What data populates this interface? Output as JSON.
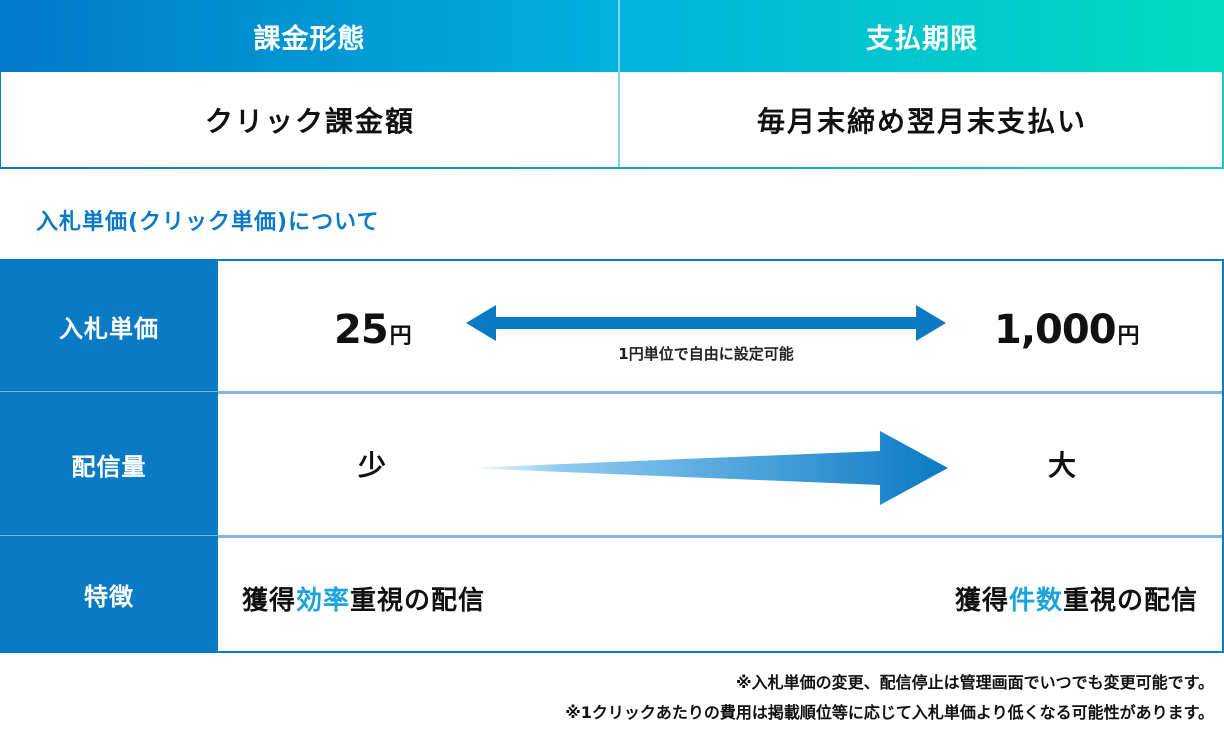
{
  "top_table": {
    "headers": [
      "課金形態",
      "支払期限"
    ],
    "values": [
      "クリック課金額",
      "毎月末締め翌月末支払い"
    ]
  },
  "section": {
    "title": "入札単価(クリック単価)について"
  },
  "bid_table": {
    "rows": [
      {
        "label": "入札単価",
        "min_value": "25",
        "max_value": "1,000",
        "unit": "円",
        "note": "1円単位で自由に設定可能",
        "arrow_icon": "double-arrow"
      },
      {
        "label": "配信量",
        "min_value": "少",
        "max_value": "大",
        "arrow_icon": "growing-arrow"
      },
      {
        "label": "特徴",
        "left": {
          "pre": "獲得",
          "accent": "効率",
          "post": "重視の配信"
        },
        "right": {
          "pre": "獲得",
          "accent": "件数",
          "post": "重視の配信"
        }
      }
    ]
  },
  "notes": [
    "※入札単価の変更、配信停止は管理画面でいつでも変更可能です。",
    "※1クリックあたりの費用は掲載順位等に応じて入札単価より低くなる可能性があります。"
  ],
  "colors": {
    "primary_blue": "#0a7ac4",
    "gradient_start": "#0079c9",
    "gradient_end": "#00dcc0",
    "accent_text": "#1aa3dd",
    "row_divider": "#7db8e3"
  }
}
